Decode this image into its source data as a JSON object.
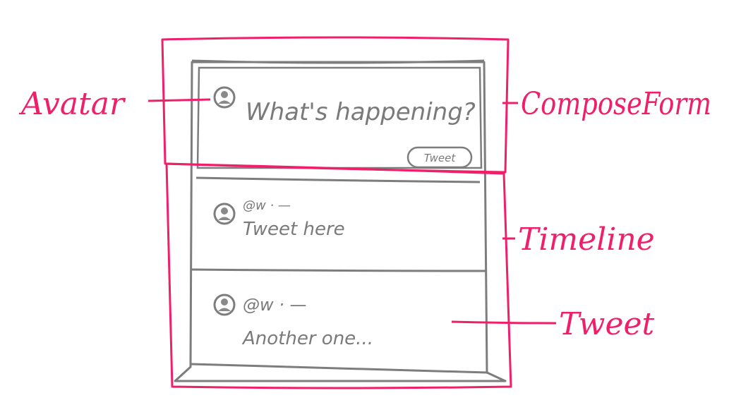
{
  "colors": {
    "annotation": "#ef1f6a",
    "wireframe": "#7d7d7d",
    "background": "#ffffff"
  },
  "annotations": {
    "avatar": "Avatar",
    "compose_form": "ComposeForm",
    "timeline": "Timeline",
    "tweet": "Tweet"
  },
  "compose": {
    "placeholder": "What's happening?",
    "button_label": "Tweet",
    "avatar_icon": "user-avatar-icon"
  },
  "timeline": {
    "tweets": [
      {
        "handle": "@w · —",
        "body": "Tweet here"
      },
      {
        "handle": "@w · —",
        "body": "Another one..."
      }
    ]
  }
}
